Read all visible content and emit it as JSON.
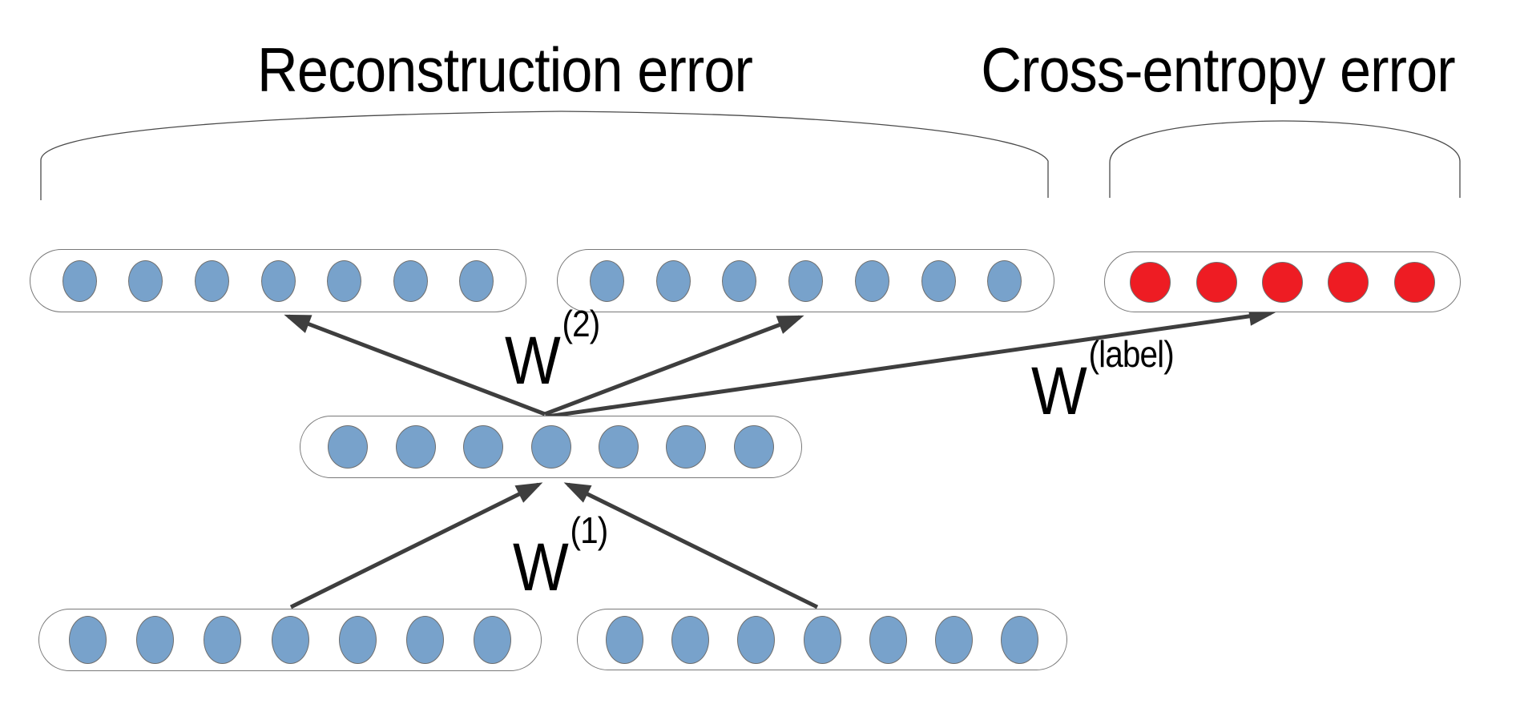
{
  "diagram": {
    "title_left": "Reconstruction error",
    "title_right": "Cross-entropy error",
    "weights": {
      "w2": {
        "base": "W",
        "sup": "(2)"
      },
      "w1": {
        "base": "W",
        "sup": "(1)"
      },
      "wlabel": {
        "base": "W",
        "sup": "(label)"
      }
    },
    "layers": [
      {
        "id": "output-left",
        "role": "reconstruction-output-left",
        "nodes": 7,
        "color": "blue"
      },
      {
        "id": "output-right",
        "role": "reconstruction-output-right",
        "nodes": 7,
        "color": "blue"
      },
      {
        "id": "label-output",
        "role": "label-output",
        "nodes": 5,
        "color": "red"
      },
      {
        "id": "hidden",
        "role": "hidden-layer",
        "nodes": 7,
        "color": "blue"
      },
      {
        "id": "input-left",
        "role": "input-left",
        "nodes": 7,
        "color": "blue"
      },
      {
        "id": "input-right",
        "role": "input-right",
        "nodes": 7,
        "color": "blue"
      }
    ],
    "colors": {
      "node_blue": "#78a2cb",
      "node_red": "#ee1c23",
      "node_outline": "#6f6f6f",
      "capsule_outline": "#787878",
      "arrow": "#3e3e3e",
      "brace": "#4a4a4a",
      "text": "#000000"
    }
  }
}
